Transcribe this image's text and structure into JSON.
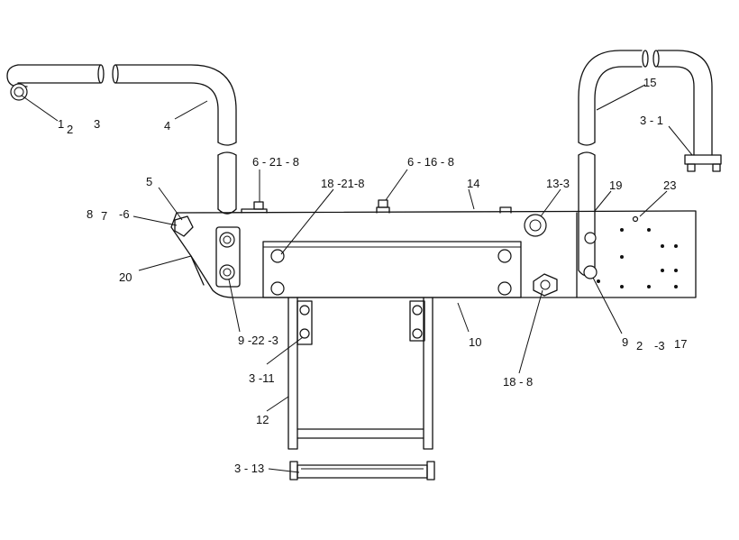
{
  "callouts": [
    {
      "id": "c1",
      "text": "1"
    },
    {
      "id": "c2",
      "text": "2"
    },
    {
      "id": "c3",
      "text": "3"
    },
    {
      "id": "c4",
      "text": "4"
    },
    {
      "id": "c15",
      "text": "15"
    },
    {
      "id": "c3-1",
      "text": "3 - 1"
    },
    {
      "id": "c6-21-8",
      "text": "6 - 21 - 8"
    },
    {
      "id": "c6-16-8",
      "text": "6 - 16 - 8"
    },
    {
      "id": "c5",
      "text": "5"
    },
    {
      "id": "c18-21-8",
      "text": "18 -21-8"
    },
    {
      "id": "c14",
      "text": "14"
    },
    {
      "id": "c13-3",
      "text": "13-3"
    },
    {
      "id": "c19",
      "text": "19"
    },
    {
      "id": "c23",
      "text": "23"
    },
    {
      "id": "c8",
      "text": "8"
    },
    {
      "id": "c7",
      "text": "7"
    },
    {
      "id": "c6",
      "text": "-6"
    },
    {
      "id": "c20",
      "text": "20"
    },
    {
      "id": "c9-22-3",
      "text": "9 -22 -3"
    },
    {
      "id": "c10",
      "text": "10"
    },
    {
      "id": "c9b",
      "text": "9"
    },
    {
      "id": "c2b",
      "text": "2"
    },
    {
      "id": "c3b",
      "text": "-3"
    },
    {
      "id": "c17",
      "text": "17"
    },
    {
      "id": "c3-11",
      "text": "3 -11"
    },
    {
      "id": "c18-8",
      "text": "18 - 8"
    },
    {
      "id": "c12",
      "text": "12"
    },
    {
      "id": "c3-13",
      "text": "3 - 13"
    }
  ],
  "colors": {
    "line": "#111111",
    "background": "#ffffff"
  }
}
